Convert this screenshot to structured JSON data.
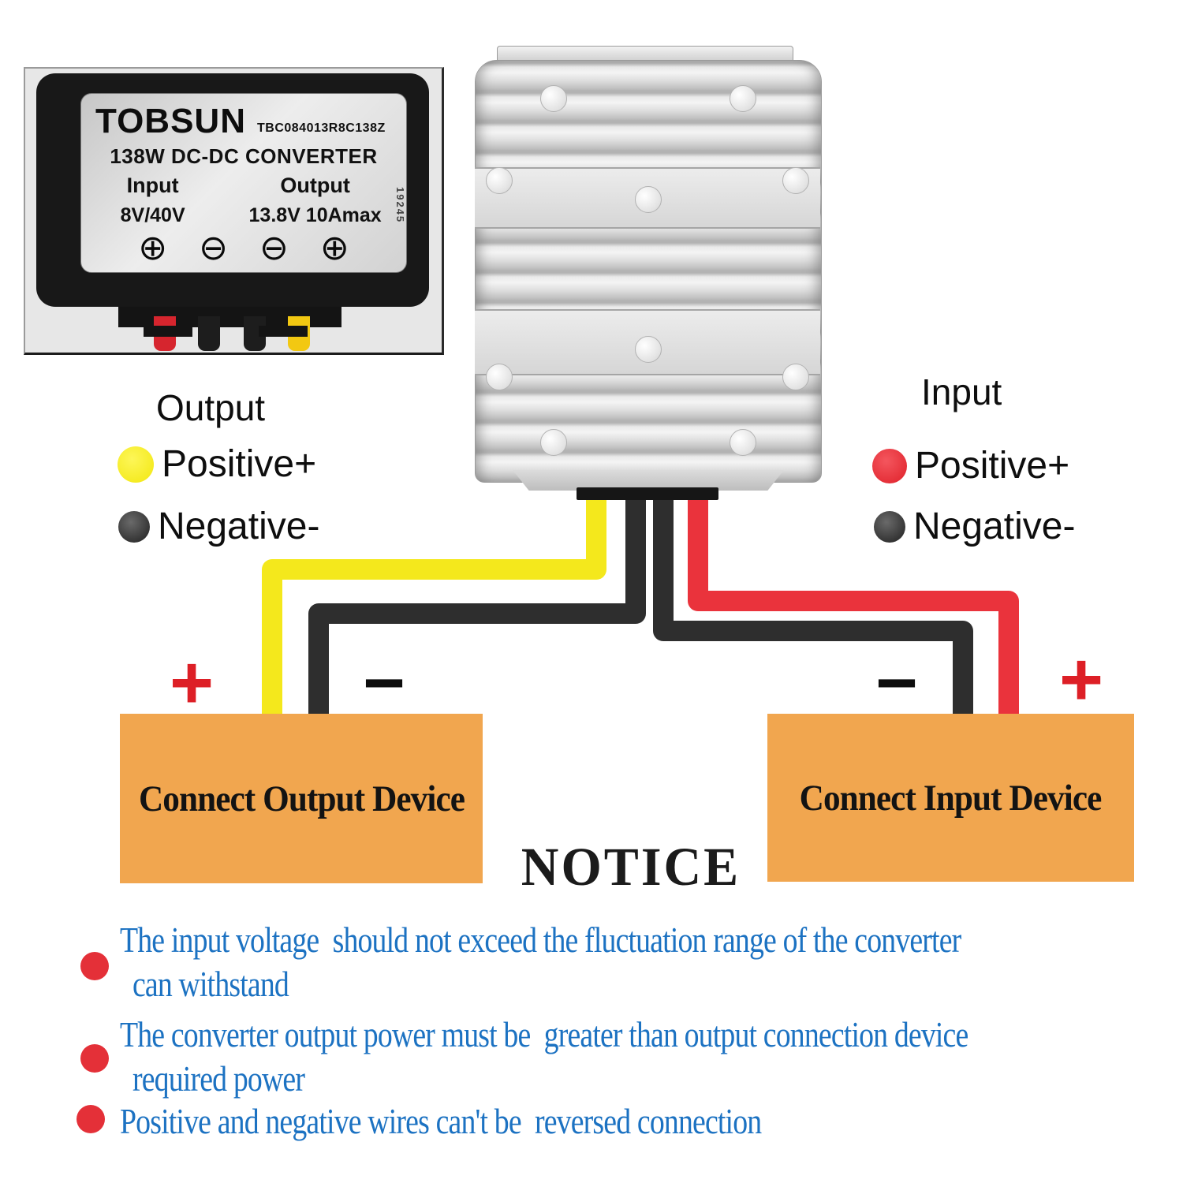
{
  "inset_photo": {
    "brand": "TOBSUN",
    "model_number": "TBC084013R8C138Z",
    "product_title": "138W DC-DC CONVERTER",
    "input_label": "Input",
    "output_label": "Output",
    "input_spec": "8V/40V",
    "output_spec": "13.8V 10Amax",
    "side_code": "19245",
    "terminal_glyphs": [
      "⊕",
      "⊖",
      "⊖",
      "⊕"
    ]
  },
  "output_legend": {
    "title": "Output",
    "positive": "Positive+",
    "negative": "Negative-"
  },
  "input_legend": {
    "title": "Input",
    "positive": "Positive+",
    "negative": "Negative-"
  },
  "output_device_label": "Connect Output Device",
  "input_device_label": "Connect Input Device",
  "signs": {
    "plus": "+",
    "minus": "−"
  },
  "notice": {
    "title": "NOTICE",
    "items": [
      {
        "line1": "The input voltage  should not exceed the fluctuation range of the converter",
        "line2": "can withstand"
      },
      {
        "line1": "The converter output power must be  greater than output connection device",
        "line2": "required power"
      },
      {
        "line1": "Positive and negative wires can't be  reversed connection",
        "line2": ""
      }
    ]
  },
  "colors": {
    "wire_yellow": "#f4e81c",
    "wire_red": "#ea333c",
    "wire_black": "#2e2e2e",
    "device_box_orange": "#f1a64f",
    "notice_text_blue": "#1c72c2",
    "bullet_red": "#e43038",
    "sign_red": "#dd1f26"
  }
}
